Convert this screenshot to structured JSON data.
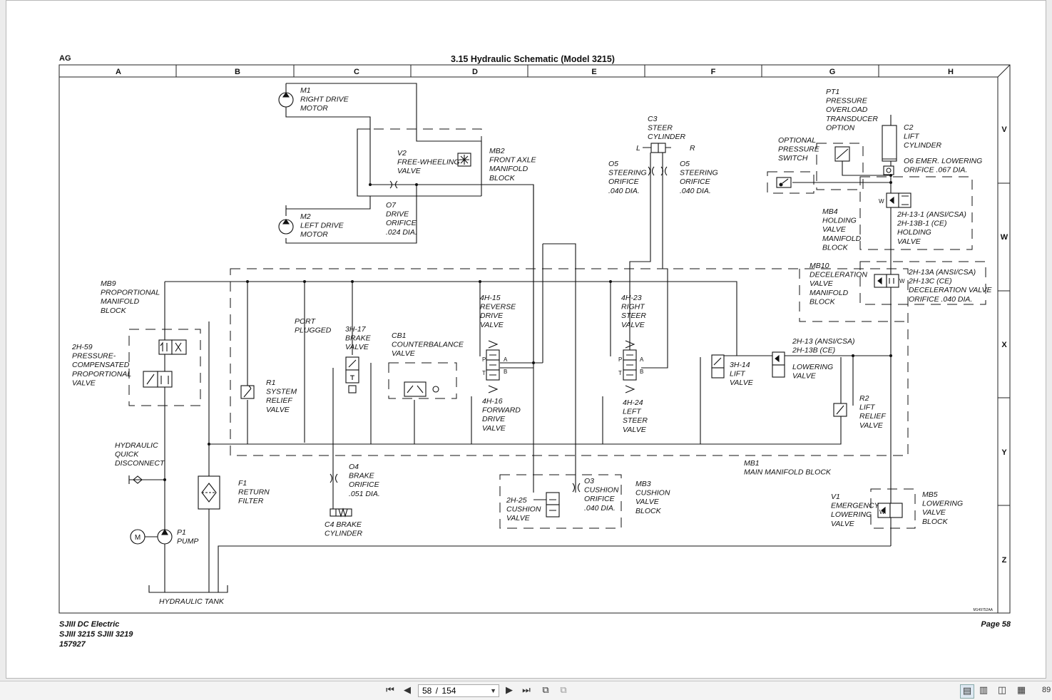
{
  "document": {
    "header_left": "AG",
    "title": "3.15  Hydraulic Schematic (Model 3215)",
    "columns": [
      "A",
      "B",
      "C",
      "D",
      "E",
      "F",
      "G",
      "H"
    ],
    "rows": [
      "V",
      "W",
      "X",
      "Y",
      "Z"
    ],
    "footer_left_line1": "SJIII DC Electric",
    "footer_left_line2": "SJIII 3215   SJIII 3219",
    "footer_left_line3": "157927",
    "footer_right": "Page 58",
    "drawing_number": "M149752AA",
    "labels": {
      "m1": [
        "M1",
        "RIGHT DRIVE",
        "MOTOR"
      ],
      "m2": [
        "M2",
        "LEFT DRIVE",
        "MOTOR"
      ],
      "v2": [
        "V2",
        "FREE-WHEELING",
        "VALVE"
      ],
      "mb2": [
        "MB2",
        "FRONT AXLE",
        "MANIFOLD",
        "BLOCK"
      ],
      "o7": [
        "O7",
        "DRIVE",
        "ORIFICE",
        ".024 DIA."
      ],
      "c3": [
        "C3",
        "STEER",
        "CYLINDER"
      ],
      "c3_l": "L",
      "c3_r": "R",
      "o5_left": [
        "O5",
        "STEERING",
        "ORIFICE",
        ".040 DIA."
      ],
      "o5_right": [
        "O5",
        "STEERING",
        "ORIFICE",
        ".040 DIA."
      ],
      "pt1": [
        "PT1",
        "PRESSURE",
        "OVERLOAD",
        "TRANSDUCER",
        "OPTION"
      ],
      "optional_switch": [
        "OPTIONAL",
        "PRESSURE",
        "SWITCH"
      ],
      "c2": [
        "C2",
        "LIFT",
        "CYLINDER"
      ],
      "o6": [
        "O6 EMER. LOWERING",
        "ORIFICE .067 DIA."
      ],
      "mb4": [
        "MB4",
        "HOLDING",
        "VALVE",
        "MANIFOLD",
        "BLOCK"
      ],
      "holding_valve": [
        "2H-13-1 (ANSI/CSA)",
        "2H-13B-1 (CE)",
        "HOLDING",
        "VALVE"
      ],
      "mb10": [
        "MB10",
        "DECELERATION",
        "VALVE",
        "MANIFOLD",
        "BLOCK"
      ],
      "decel_valve": [
        "2H-13A (ANSI/CSA)",
        "2H-13C (CE)",
        "DECELERATION VALVE",
        "ORIFICE .040 DIA."
      ],
      "mb9": [
        "MB9",
        "PROPORTIONAL",
        "MANIFOLD",
        "BLOCK"
      ],
      "2h59": [
        "2H-59",
        "PRESSURE-",
        "COMPENSATED",
        "PROPORTIONAL",
        "VALVE"
      ],
      "port_plugged": [
        "PORT",
        "PLUGGED"
      ],
      "3h17": [
        "3H-17",
        "BRAKE",
        "VALVE"
      ],
      "cb1": [
        "CB1",
        "COUNTERBALANCE",
        "VALVE"
      ],
      "4h15": [
        "4H-15",
        "REVERSE",
        "DRIVE",
        "VALVE"
      ],
      "4h16": [
        "4H-16",
        "FORWARD",
        "DRIVE",
        "VALVE"
      ],
      "4h23": [
        "4H-23",
        "RIGHT",
        "STEER",
        "VALVE"
      ],
      "4h24": [
        "4H-24",
        "LEFT",
        "STEER",
        "VALVE"
      ],
      "3h14": [
        "3H-14",
        "LIFT",
        "VALVE"
      ],
      "2h13": [
        "2H-13 (ANSI/CSA)",
        "2H-13B (CE)"
      ],
      "lowering_valve": [
        "LOWERING",
        "VALVE"
      ],
      "r1": [
        "R1",
        "SYSTEM",
        "RELIEF",
        "VALVE"
      ],
      "r2": [
        "R2",
        "LIFT",
        "RELIEF",
        "VALVE"
      ],
      "quick_disconnect": [
        "HYDRAULIC",
        "QUICK",
        "DISCONNECT"
      ],
      "f1": [
        "F1",
        "RETURN",
        "FILTER"
      ],
      "o4": [
        "O4",
        "BRAKE",
        "ORIFICE",
        ".051 DIA."
      ],
      "c4": [
        "C4 BRAKE",
        "CYLINDER"
      ],
      "2h25": [
        "2H-25",
        "CUSHION",
        "VALVE"
      ],
      "o3": [
        "O3",
        "CUSHION",
        "ORIFICE",
        ".040 DIA."
      ],
      "mb3": [
        "MB3",
        "CUSHION",
        "VALVE",
        "BLOCK"
      ],
      "mb1": [
        "MB1",
        "MAIN MANIFOLD BLOCK"
      ],
      "v1": [
        "V1",
        "EMERGENCY",
        "LOWERING",
        "VALVE"
      ],
      "mb5": [
        "MB5",
        "LOWERING",
        "VALVE",
        "BLOCK"
      ],
      "p1": [
        "P1",
        "PUMP"
      ],
      "motor_m": "M",
      "tank": "HYDRAULIC TANK",
      "port_p": "P",
      "port_t": "T",
      "port_a": "A",
      "port_b": "B",
      "port_w": "W"
    }
  },
  "toolbar": {
    "first_page": "first-page",
    "prev_page": "previous-page",
    "current_page": "58",
    "separator": "/",
    "total_pages": "154",
    "next_page": "next-page",
    "last_page": "last-page",
    "zoom_text": "89"
  }
}
